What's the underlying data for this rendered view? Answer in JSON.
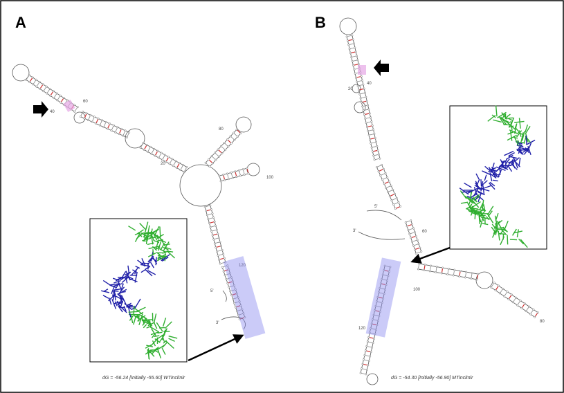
{
  "panels": [
    {
      "letter": "A",
      "caption": "dG = -56.24 [Initially -55.60] WTinclInlr",
      "labels": [
        "40",
        "60",
        "20",
        "80",
        "100",
        "120",
        "5'",
        "3'"
      ]
    },
    {
      "letter": "B",
      "caption": "dG = -54.30 [Initially -56.90] MTinclInlr",
      "labels": [
        "40",
        "20",
        "5'",
        "3'",
        "60",
        "80",
        "100",
        "120"
      ]
    }
  ],
  "colors": {
    "frame": "#000000",
    "highlight_box": "#8c8cf0",
    "highlight_site": "#e6a6e6",
    "structure_backbone": "#1f1fa8",
    "structure_flank": "#2fae2f",
    "gc_pair": "#d23030"
  },
  "icons": [
    "right-arrow-icon",
    "left-arrow-icon",
    "callout-arrow-icon"
  ]
}
